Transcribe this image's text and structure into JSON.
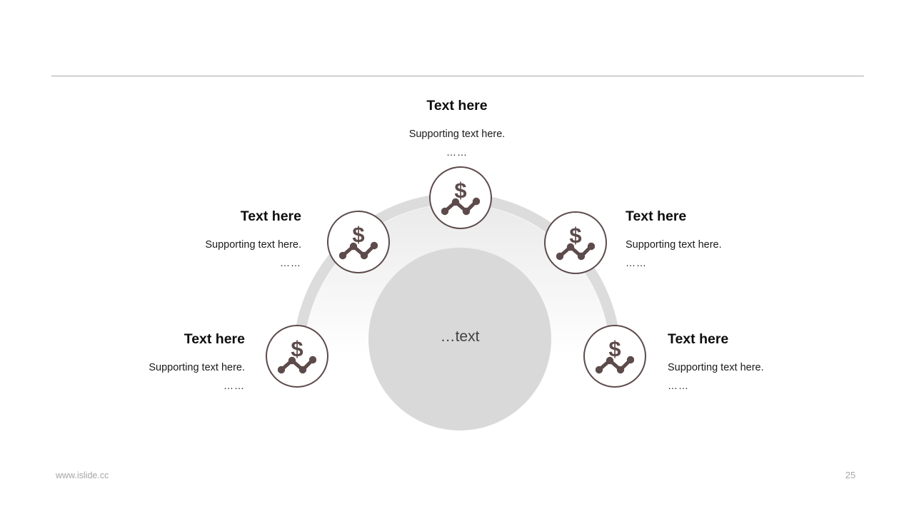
{
  "center": {
    "label": "…text"
  },
  "items": [
    {
      "position": "top",
      "title": "Text here",
      "supporting": "Supporting text here.",
      "more": "……"
    },
    {
      "position": "upper-left",
      "title": "Text here",
      "supporting": "Supporting text here.",
      "more": "……"
    },
    {
      "position": "upper-right",
      "title": "Text here",
      "supporting": "Supporting text here.",
      "more": "……"
    },
    {
      "position": "lower-left",
      "title": "Text here",
      "supporting": "Supporting text here.",
      "more": "……"
    },
    {
      "position": "lower-right",
      "title": "Text here",
      "supporting": "Supporting text here.",
      "more": "……"
    }
  ],
  "icons": {
    "dollar_trend": {
      "name": "dollar-trend-icon",
      "glyph": "$"
    }
  },
  "footer": {
    "site": "www.islide.cc",
    "page": "25"
  },
  "colors": {
    "accent": "#5d4b4b",
    "ring": "#dcdcdc",
    "center_circle": "#d9d9d9",
    "gradient_top": "#eaeaea",
    "gradient_bottom": "#ffffff",
    "divider": "#a6a6a6",
    "footer_text": "#a6a6a6",
    "title_text": "#0d0d0d",
    "body_text": "#1a1a1a",
    "center_text": "#404040"
  }
}
